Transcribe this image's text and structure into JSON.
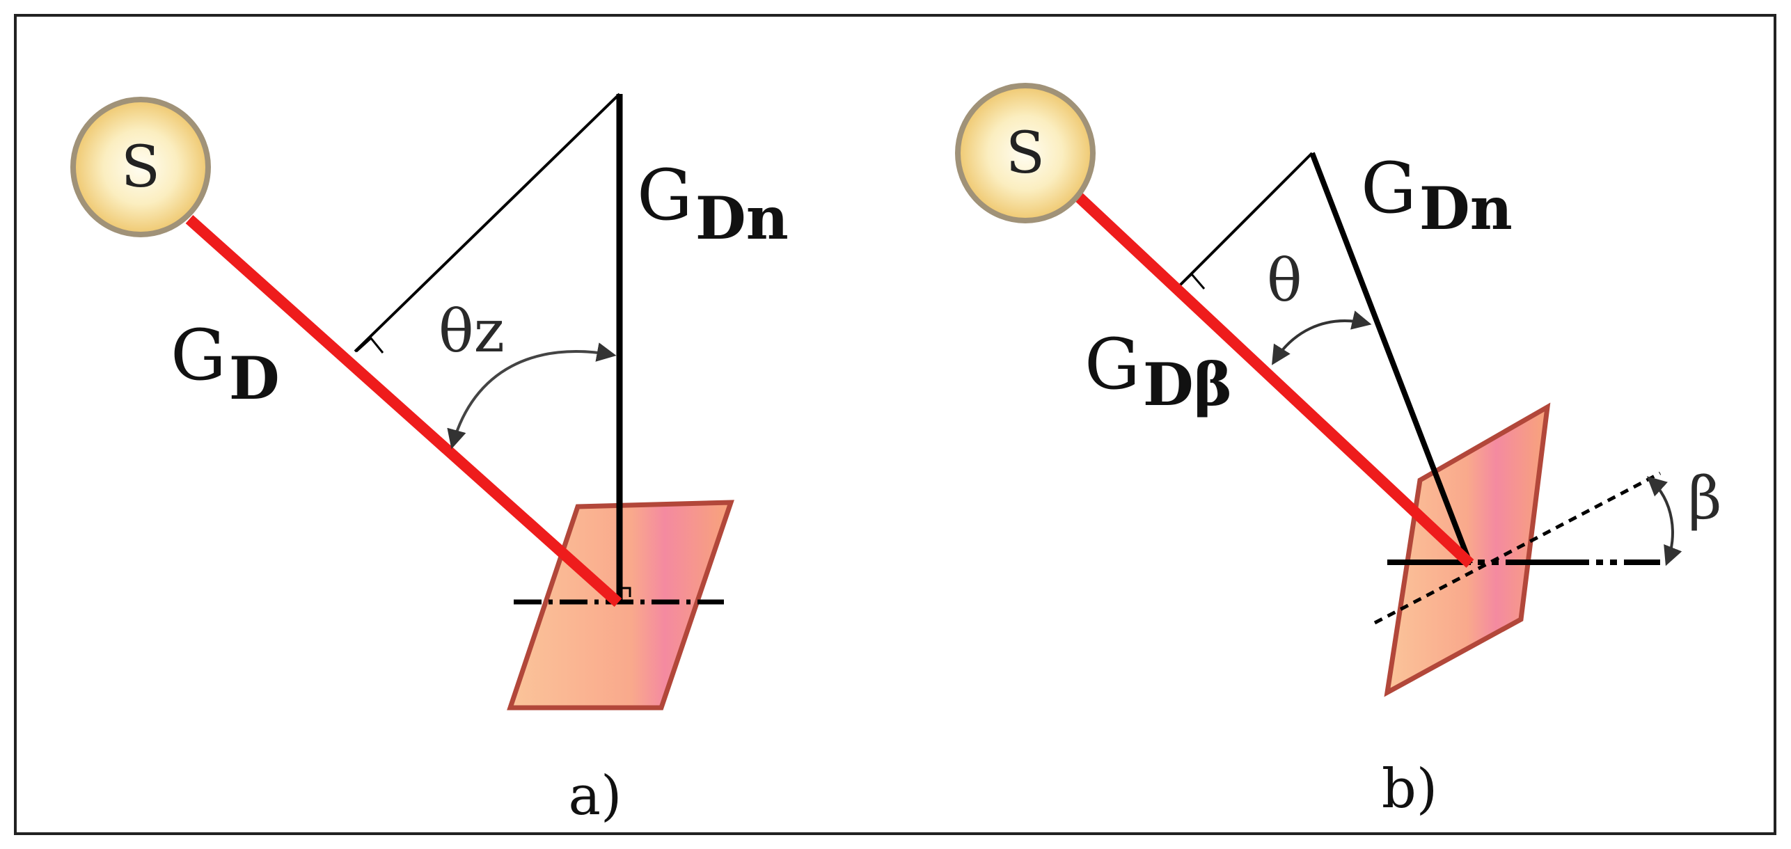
{
  "panel_a": {
    "sun_label": "S",
    "beam_label": "G",
    "beam_label_sub": "D",
    "normal_label": "G",
    "normal_label_sub": "Dn",
    "angle_label": "θz",
    "caption": "a)"
  },
  "panel_b": {
    "sun_label": "S",
    "beam_label": "G",
    "beam_label_sub": "Dβ",
    "normal_label": "G",
    "normal_label_sub": "Dn",
    "angle_label": "θ",
    "tilt_label": "β",
    "caption": "b)"
  },
  "colors": {
    "beam": "#ee1c1c",
    "sun_fill_center": "#fffbe6",
    "sun_fill_edge": "#f2d080",
    "sun_stroke": "#9a8a70",
    "panel_fill": "#f9b089",
    "panel_highlight": "#f48ca0",
    "panel_stroke": "#b2473a",
    "line": "#000000",
    "frame": "#222222"
  }
}
